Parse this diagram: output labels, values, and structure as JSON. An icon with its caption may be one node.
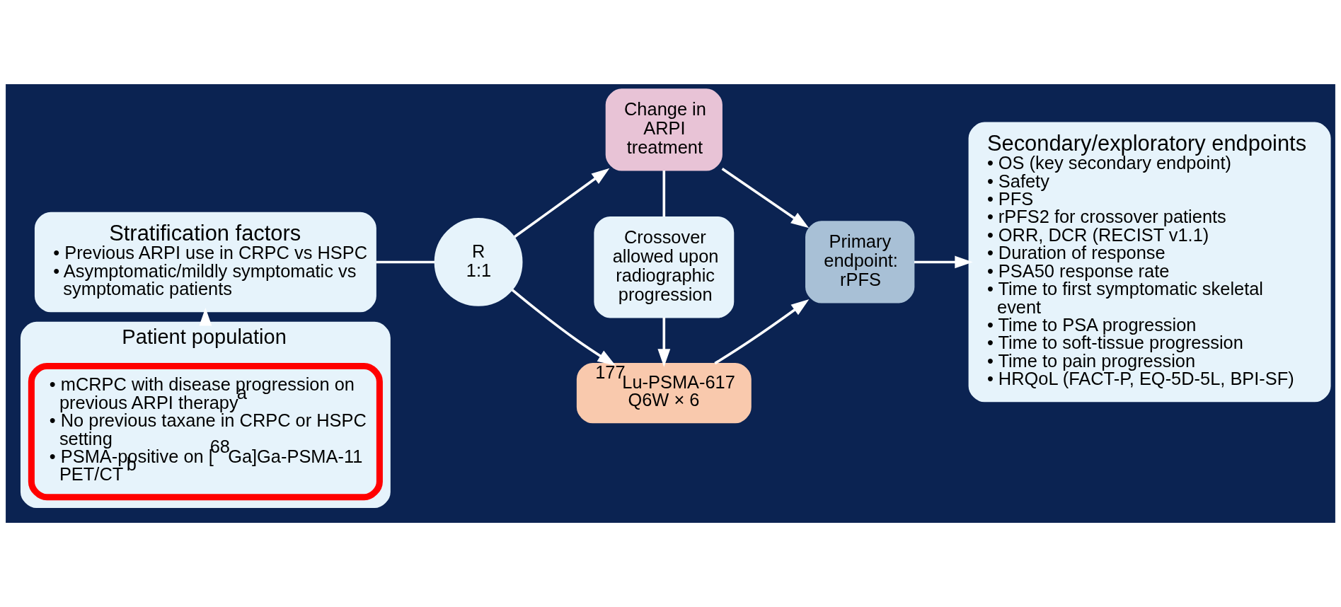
{
  "diagram": {
    "nodes": [
      {
        "text": [
          "Patient population"
        ]
      },
      {
        "text": [
          "• mCRPC with disease progression on previous ARPI therapy$^{a}$",
          "• No previous taxane in CRPC or HSPC setting",
          "• PSMA-positive on [$^{68}$Ga]Ga-PSMA-11 PET/CT$^{b}$"
        ],
        "in": 0
      },
      {
        "text": [
          "Stratification factors",
          "• Previous ARPI use in CRPC vs HSPC",
          "• Asymptomatic/mildly symptomatic vs symptomatic patients"
        ]
      },
      {
        "text": [
          "R 1:1"
        ]
      },
      {
        "text": [
          "$^{177}$Lu-PSMA-617 Q6W × 6"
        ]
      },
      {
        "text": [
          "Crossover allowed upon radiographic progression"
        ]
      },
      {
        "text": [
          "Change in ARPI treatment"
        ]
      },
      {
        "text": [
          "Primary endpoint: rPFS"
        ]
      },
      {
        "text": [
          "Secondary/exploratory endpoints",
          "• OS (key secondary endpoint)",
          "• Safety",
          "• PFS",
          "• rPFS2 for crossover patients",
          "• ORR, DCR (RECIST v1.1)",
          "• Duration of response",
          "• PSA50 response rate",
          "• Time to first symptomatic skeletal event",
          "• Time to PSA progression",
          "• Time to soft-tissue progression",
          "• Time to pain progression",
          "• HRQoL (FACT-P, EQ-5D-5L, BPI-SF)"
        ]
      }
    ],
    "edges": [
      {
        "from": 1,
        "to": 2,
        "arrow": "to"
      },
      {
        "from": 2,
        "to": 3,
        "arrow": "none"
      },
      {
        "from": 3,
        "to": 4,
        "arrow": "to"
      },
      {
        "from": 3,
        "to": 6,
        "arrow": "to"
      },
      {
        "from": 6,
        "to": 5,
        "arrow": "none"
      },
      {
        "from": 5,
        "to": 4,
        "arrow": "to"
      },
      {
        "from": 4,
        "to": 7,
        "arrow": "to"
      },
      {
        "from": 6,
        "to": 7,
        "arrow": "to"
      },
      {
        "from": 7,
        "to": 8,
        "arrow": "to"
      }
    ]
  }
}
